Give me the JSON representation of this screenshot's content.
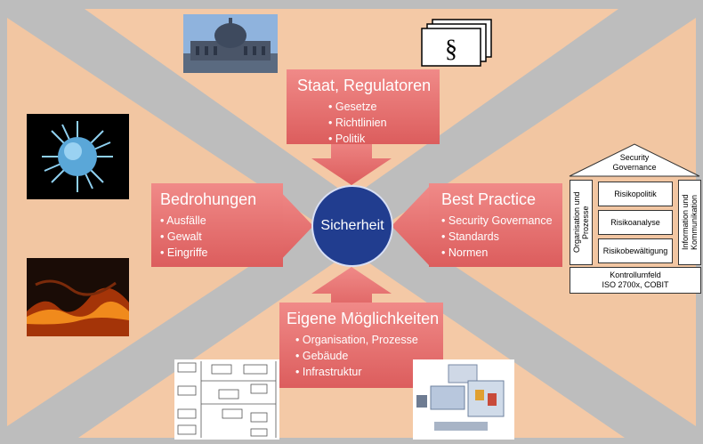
{
  "diagram": {
    "center": {
      "label": "Sicherheit"
    },
    "top": {
      "title": "Staat, Regulatoren",
      "items": [
        "Gesetze",
        "Richtlinien",
        "Politik"
      ]
    },
    "left": {
      "title": "Bedrohungen",
      "items": [
        "Ausfälle",
        "Gewalt",
        "Eingriffe"
      ]
    },
    "right": {
      "title": "Best Practice",
      "items": [
        "Security Governance",
        "Standards",
        "Normen"
      ]
    },
    "bottom": {
      "title": "Eigene Möglichkeiten",
      "items": [
        "Organisation, Prozesse",
        "Gebäude",
        "Infrastruktur"
      ]
    },
    "governance": {
      "roof": "Security\nGovernance",
      "left_pillar": "Organisation und Prozesse",
      "right_pillar": "Information und Kommunikation",
      "rows": [
        "Risikopolitik",
        "Risikoanalyse",
        "Risikobewältigung"
      ],
      "base_line1": "Kontrollumfeld",
      "base_line2": "ISO 2700x, COBIT"
    },
    "document_symbol": "§"
  },
  "colors": {
    "background_gray": "#b9b9b9",
    "triangle_fill": "#f4c9a6",
    "box_fill": "#e46a6a",
    "arrow_fill": "#e46a6a",
    "center_fill": "#213d8f"
  }
}
